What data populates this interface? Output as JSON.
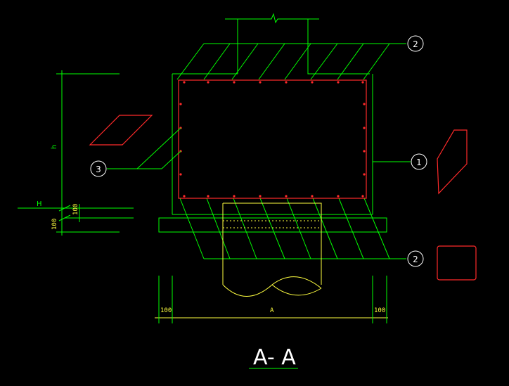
{
  "drawing": {
    "title": "A- A",
    "callouts": [
      "2",
      "1",
      "3",
      "2"
    ],
    "labels": {
      "h": "h",
      "H": "H",
      "dim_100_left_vertical": "100",
      "dim_100_left_vertical_2": "100",
      "dim_100_bottom_left": "100",
      "dim_100_bottom_right": "100",
      "dim_A": "A"
    },
    "colors": {
      "background": "#000000",
      "structure": "#00ff00",
      "rebar": "#ff2a2a",
      "dimension": "#ffff40",
      "title": "#ffffff"
    }
  }
}
